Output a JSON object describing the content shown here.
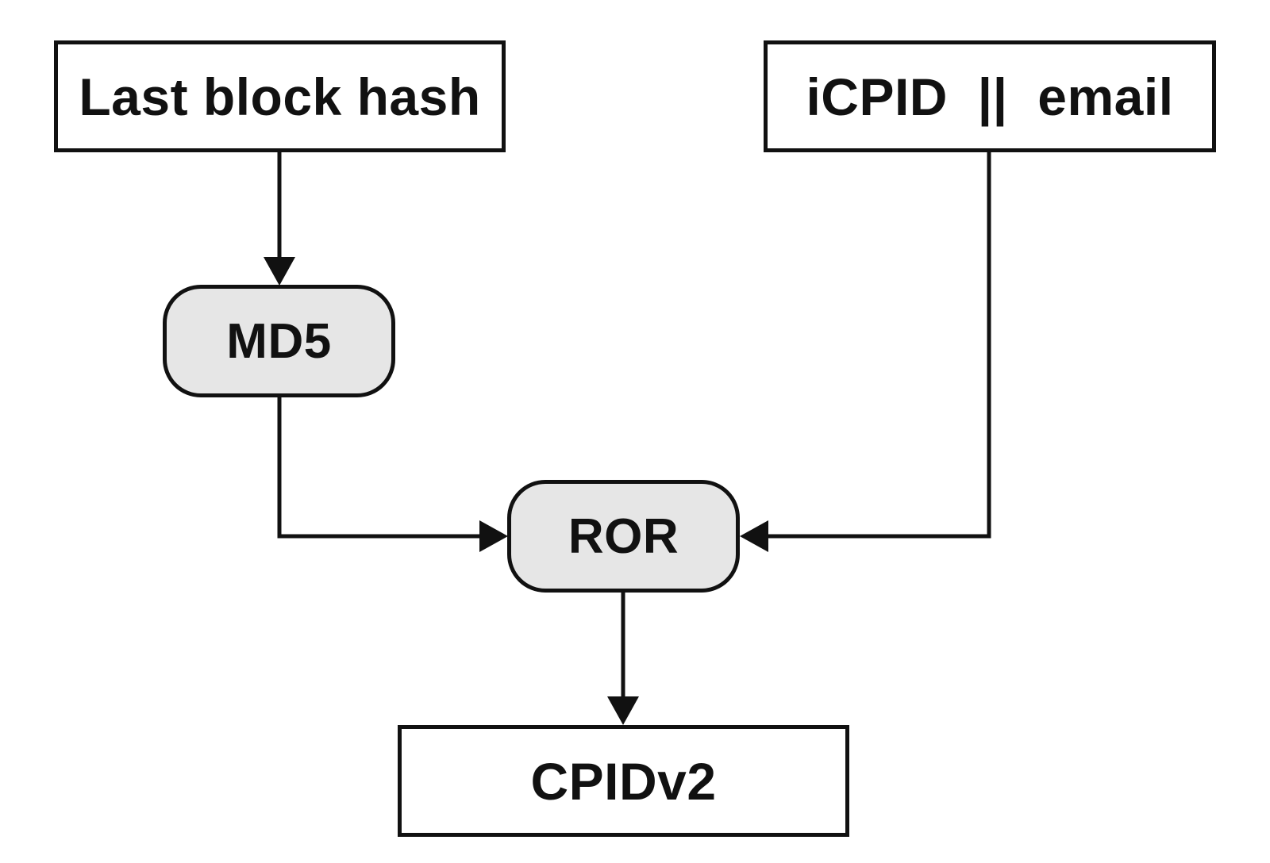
{
  "nodes": {
    "last_block_hash": "Last block hash",
    "icpid_email": "iCPID  ||  email",
    "md5": "MD5",
    "ror": "ROR",
    "cpidv2": "CPIDv2"
  },
  "colors": {
    "stroke": "#111111",
    "process_fill": "#e6e6e6",
    "data_fill": "#ffffff",
    "background": "#ffffff"
  }
}
